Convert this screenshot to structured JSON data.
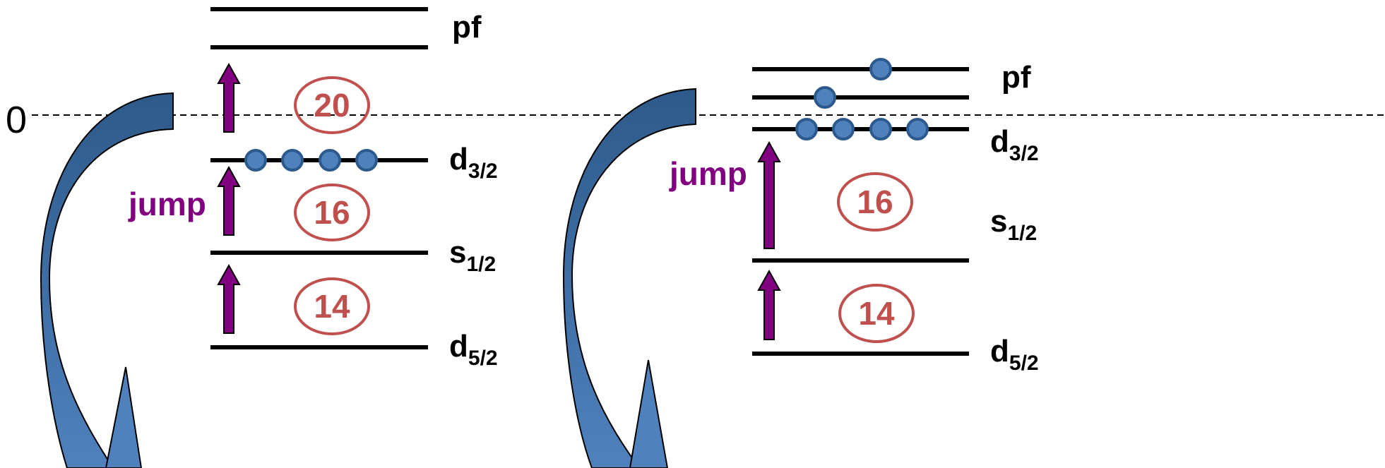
{
  "zero_label": "0",
  "colors": {
    "level": "#000000",
    "electron_fill": "#4f81bd",
    "electron_stroke": "#2c5a8c",
    "magic_ring": "#c0504d",
    "jump_arrow": "#800080",
    "jump_text": "#800080",
    "curve_dark": "#2e5a8a",
    "curve_light": "#4f81bd"
  },
  "panels": [
    {
      "levels": [
        {
          "id": "pf-upper",
          "label": "",
          "sub": "",
          "electrons": 0
        },
        {
          "id": "pf-lower",
          "label": "pf",
          "sub": "",
          "electrons": 0
        },
        {
          "id": "d32",
          "label": "d",
          "sub": "3/2",
          "electrons": 4
        },
        {
          "id": "s12",
          "label": "s",
          "sub": "1/2",
          "electrons": 0
        },
        {
          "id": "d52",
          "label": "d",
          "sub": "5/2",
          "electrons": 0
        }
      ],
      "magic_numbers": [
        "20",
        "16",
        "14"
      ],
      "jump_label": "jump"
    },
    {
      "levels": [
        {
          "id": "pf-upper",
          "label": "pf",
          "sub": "",
          "electrons": 1
        },
        {
          "id": "pf-mid",
          "label": "",
          "sub": "",
          "electrons": 1
        },
        {
          "id": "d32",
          "label": "d",
          "sub": "3/2",
          "electrons": 4
        },
        {
          "id": "s12",
          "label": "s",
          "sub": "1/2",
          "electrons": 0
        },
        {
          "id": "d52",
          "label": "d",
          "sub": "5/2",
          "electrons": 0
        }
      ],
      "magic_numbers": [
        "16",
        "14"
      ],
      "jump_label": "jump"
    }
  ]
}
